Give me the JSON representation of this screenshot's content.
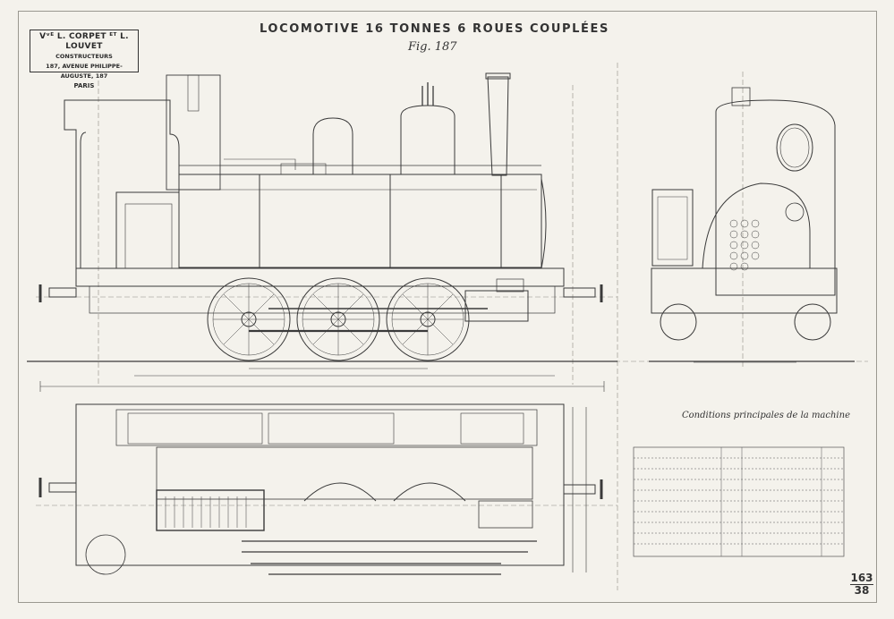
{
  "stamp": {
    "line1": "Vᵛᴱ L. CORPET ᴱᵀ L. LOUVET",
    "line2": "CONSTRUCTEURS",
    "line3": "187, AVENUE PHILIPPE-AUGUSTE, 187",
    "line4": "PARIS"
  },
  "title": "LOCOMOTIVE 16 TONNES 6 ROUES COUPLÉES",
  "figure_label": "Fig. 187",
  "conditions_title": "Conditions principales de la machine",
  "sheet_number": {
    "top": "163",
    "bottom": "38"
  },
  "drawing_colors": {
    "paper": "#f4f2ec",
    "ink": "#3a3a3a",
    "faint": "#8e8b84"
  }
}
